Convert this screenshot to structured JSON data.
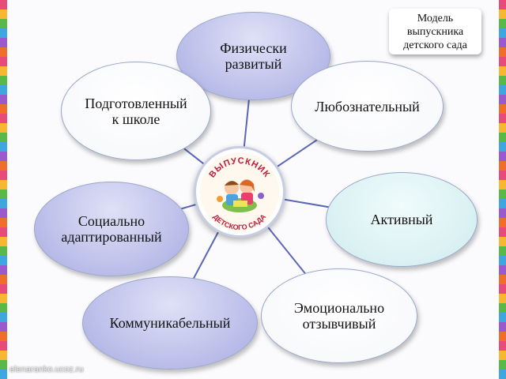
{
  "legend": {
    "text": "Модель\nвыпускника\nдетского сада"
  },
  "center": {
    "arc_top": "ВЫПУСКНИК",
    "arc_bottom": "ДЕТСКОГО САДА"
  },
  "nodes": [
    {
      "id": "physically-developed",
      "label": "Физически\nразвитый",
      "style": "violet"
    },
    {
      "id": "curious",
      "label": "Любознательный",
      "style": "white"
    },
    {
      "id": "active",
      "label": "Активный",
      "style": "teal"
    },
    {
      "id": "emotionally-responsive",
      "label": "Эмоционально\nотзывчивый",
      "style": "white"
    },
    {
      "id": "communicative",
      "label": "Коммуникабельный",
      "style": "violet"
    },
    {
      "id": "socially-adapted",
      "label": "Социально\nадаптированный",
      "style": "violet"
    },
    {
      "id": "school-ready",
      "label": "Подготовленный\nк школе",
      "style": "white"
    }
  ],
  "watermark": "elenaranko.ucoz.ru",
  "colors": {
    "connector": "#5b67b5",
    "violet_fill": "#b9bce8",
    "teal_fill": "#cfecef",
    "arc_text": "#c2183a"
  }
}
